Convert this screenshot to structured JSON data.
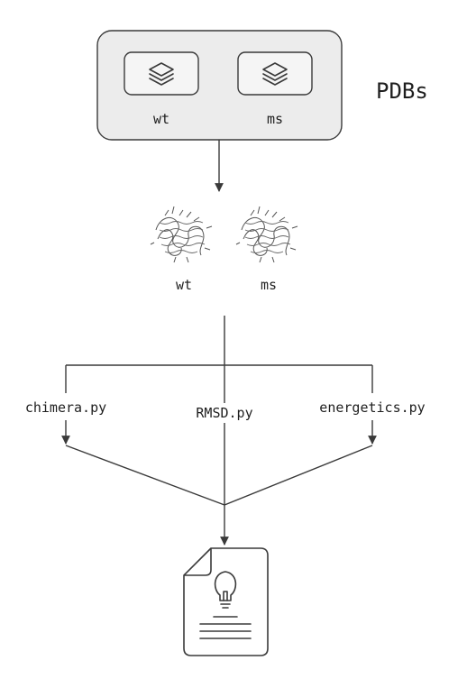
{
  "pdb_group": {
    "title": "PDBs",
    "items": [
      {
        "label": "wt",
        "icon": "layers-icon"
      },
      {
        "label": "ms",
        "icon": "layers-icon"
      }
    ]
  },
  "structures": [
    {
      "label": "wt",
      "icon": "protein-structure-icon"
    },
    {
      "label": "ms",
      "icon": "protein-structure-icon"
    }
  ],
  "scripts": [
    {
      "label": "chimera.py"
    },
    {
      "label": "RMSD.py"
    },
    {
      "label": "energetics.py"
    }
  ],
  "output": {
    "icon": "report-document-icon"
  },
  "colors": {
    "stroke": "#3a3a3a",
    "panel_fill": "#ececec",
    "tile_fill": "#f5f5f5",
    "text": "#1f1f1f"
  }
}
